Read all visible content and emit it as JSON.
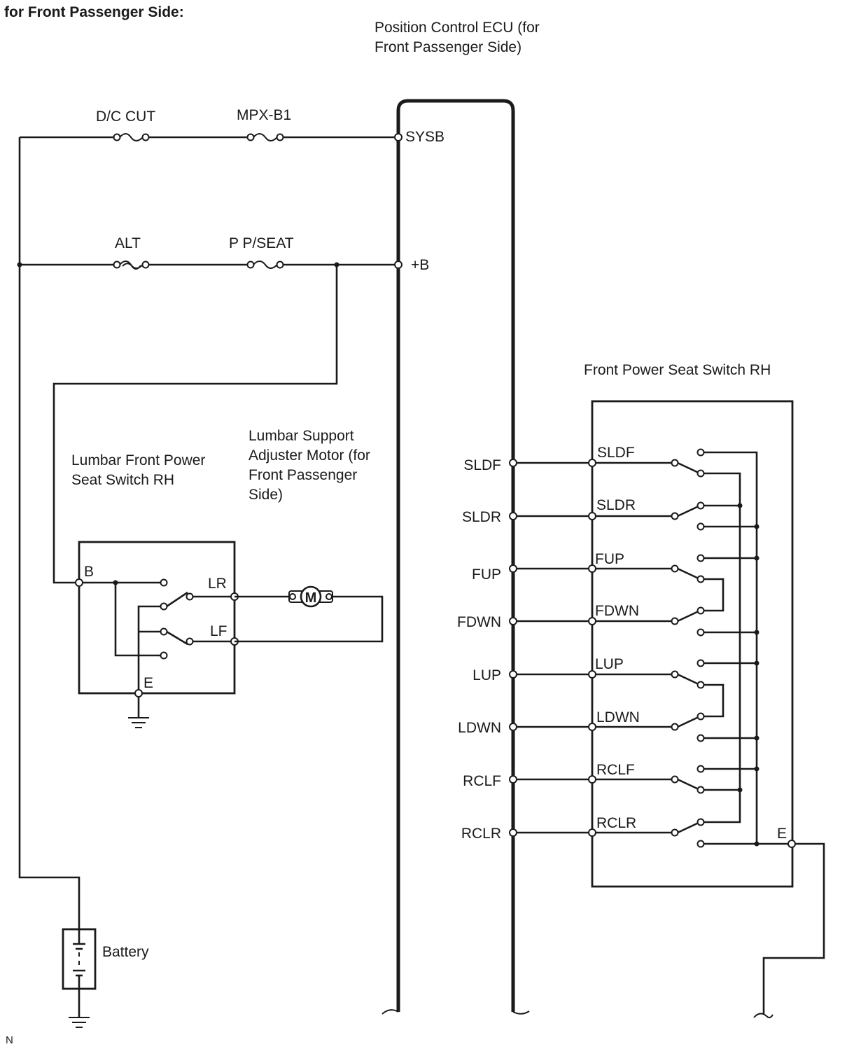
{
  "header": {
    "title": "for Front Passenger Side:",
    "corner_mark": "N"
  },
  "components": {
    "ecu_line1": "Position Control ECU (for",
    "ecu_line2": "Front Passenger Side)",
    "fuse_dc_cut": "D/C CUT",
    "fuse_mpx_b1": "MPX-B1",
    "fuse_alt": "ALT",
    "fuse_pp_seat": "P P/SEAT",
    "battery": "Battery",
    "lumbar_switch_line1": "Lumbar Front Power",
    "lumbar_switch_line2": "Seat Switch RH",
    "motor_line1": "Lumbar Support",
    "motor_line2": "Adjuster Motor (for",
    "motor_line3": "Front Passenger",
    "motor_line4": "Side)",
    "motor_symbol": "M",
    "power_seat_switch": "Front Power Seat Switch RH"
  },
  "ecu_pins": {
    "sysb": "SYSB",
    "plus_b": "+B",
    "sldf": "SLDF",
    "sldr": "SLDR",
    "fup": "FUP",
    "fdwn": "FDWN",
    "lup": "LUP",
    "ldwn": "LDWN",
    "rclf": "RCLF",
    "rclr": "RCLR"
  },
  "lumbar_pins": {
    "b": "B",
    "lr": "LR",
    "lf": "LF",
    "e": "E"
  },
  "switch_pins": {
    "sldf": "SLDF",
    "sldr": "SLDR",
    "fup": "FUP",
    "fdwn": "FDWN",
    "lup": "LUP",
    "ldwn": "LDWN",
    "rclf": "RCLF",
    "rclr": "RCLR",
    "e": "E"
  }
}
